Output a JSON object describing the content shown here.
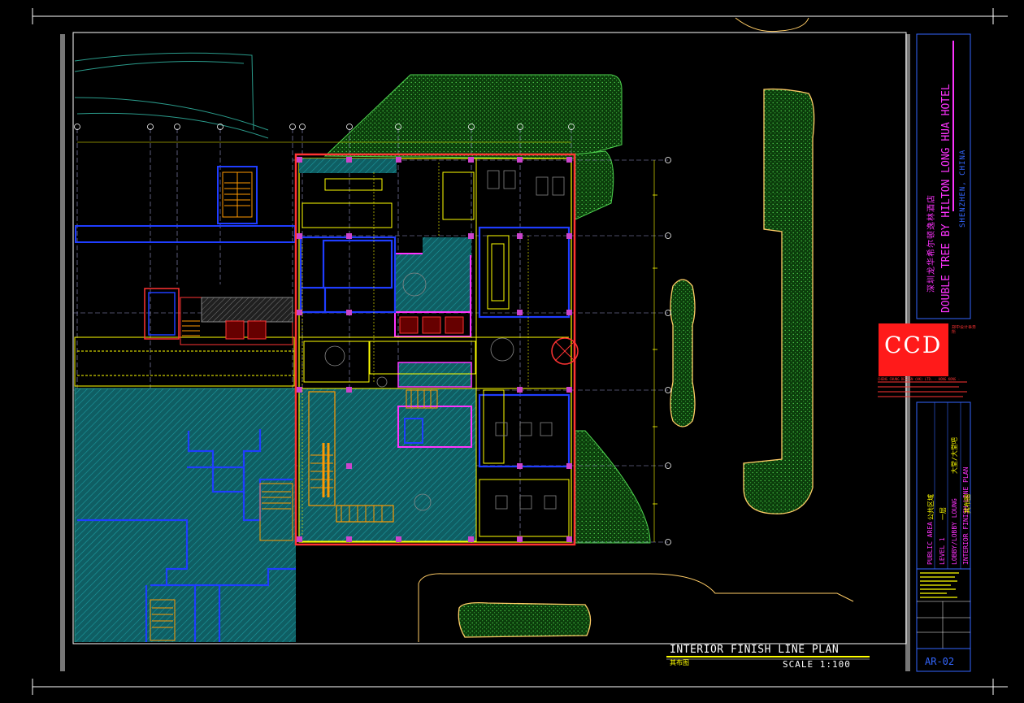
{
  "drawing": {
    "title": "INTERIOR FINISH LINE   PLAN",
    "title_cn": "其布图",
    "scale": "SCALE 1:100"
  },
  "titleblock": {
    "hotel_cn": "深圳龙华希尔顿逸林酒店",
    "hotel_en": "DOUBLE  TREE BY HILTON LONG HUA HOTEL",
    "location": "SHENZHEN, CHINA",
    "logo": "CCD",
    "logo_side": "郑中设计事务所",
    "company_info": "CHENG CHUNG DESIGN (HK) LTD. · HONG KONG · SHENZHEN · BEIJING · SHANGHAI",
    "project_info": {
      "area": "PUBLIC AREA",
      "area_cn": "公共区域",
      "level": "LEVEL 1",
      "level_cn": "一层",
      "space": "LOBBY/LOBBY LOUNG",
      "space_cn": "大堂/大堂吧",
      "sheet": "INTERIOR FINISH LINE   PLAN",
      "sheet_cn": "其布图"
    },
    "drawing_no": "AR-02"
  },
  "colors": {
    "frame": "#ffffff",
    "wall": "#ffff00",
    "partition": "#0033ff",
    "cad_red": "#ff2020",
    "landscape": "#22aa22",
    "hatch": "#127a80",
    "stair": "#ff9900",
    "accent": "#ff33ff"
  },
  "icons": [
    "north-arrow-icon",
    "grid-bubble-icon",
    "stair-icon"
  ]
}
